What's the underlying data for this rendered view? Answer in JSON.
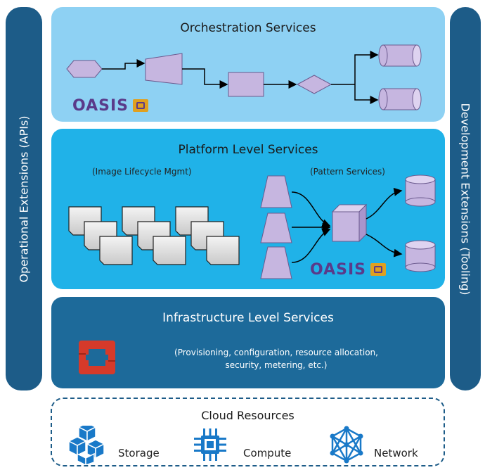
{
  "left_bar": {
    "label": "Operational Extensions (APIs)"
  },
  "right_bar": {
    "label": "Development Extensions (Tooling)"
  },
  "orchestration": {
    "title": "Orchestration Services",
    "logo_text": "OASIS"
  },
  "platform": {
    "title": "Platform Level Services",
    "image_label": "(Image Lifecycle Mgmt)",
    "pattern_label": "(Pattern Services)",
    "logo_text": "OASIS"
  },
  "infrastructure": {
    "title": "Infrastructure Level Services",
    "description_line1": "(Provisioning, configuration, resource allocation,",
    "description_line2": "security, metering, etc.)"
  },
  "cloud": {
    "title": "Cloud Resources",
    "items": [
      {
        "label": "Storage",
        "icon": "storage-icon"
      },
      {
        "label": "Compute",
        "icon": "compute-icon"
      },
      {
        "label": "Network",
        "icon": "network-icon"
      }
    ]
  },
  "colors": {
    "side_bar": "#1d5c88",
    "orchestration_bg": "#8ed1f3",
    "platform_bg": "#20b2e8",
    "infrastructure_bg": "#1d6a9a",
    "shape_fill": "#c6b6e0",
    "icon_blue": "#1979c8",
    "openstack_red": "#d63a2a"
  }
}
